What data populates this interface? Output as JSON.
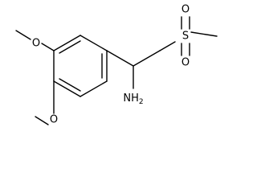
{
  "molecule": {
    "atoms": {
      "methoxy_top_o": "O",
      "methoxy_bottom_o": "O",
      "amine": "NH2",
      "sulfone_s": "S",
      "sulfone_o_top": "O",
      "sulfone_o_bottom": "O"
    }
  }
}
